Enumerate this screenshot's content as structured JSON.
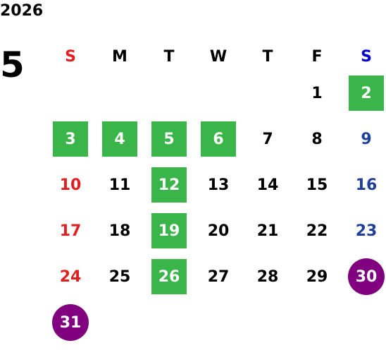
{
  "year": "2026",
  "month": "5",
  "colors": {
    "sunday": "#e02020",
    "saturday_header": "#0000cc",
    "saturday": "#1f3f99",
    "weekday": "#000000",
    "green_highlight": "#39b54a",
    "purple_circle": "#80007f"
  },
  "weekdays": [
    "S",
    "M",
    "T",
    "W",
    "T",
    "F",
    "S"
  ],
  "days": [
    {
      "n": "1",
      "col": 6,
      "row": 1,
      "mark": "none"
    },
    {
      "n": "2",
      "col": 7,
      "row": 1,
      "mark": "square"
    },
    {
      "n": "3",
      "col": 1,
      "row": 2,
      "mark": "square"
    },
    {
      "n": "4",
      "col": 2,
      "row": 2,
      "mark": "square"
    },
    {
      "n": "5",
      "col": 3,
      "row": 2,
      "mark": "square"
    },
    {
      "n": "6",
      "col": 4,
      "row": 2,
      "mark": "square"
    },
    {
      "n": "7",
      "col": 5,
      "row": 2,
      "mark": "none"
    },
    {
      "n": "8",
      "col": 6,
      "row": 2,
      "mark": "none"
    },
    {
      "n": "9",
      "col": 7,
      "row": 2,
      "mark": "none"
    },
    {
      "n": "10",
      "col": 1,
      "row": 3,
      "mark": "none"
    },
    {
      "n": "11",
      "col": 2,
      "row": 3,
      "mark": "none"
    },
    {
      "n": "12",
      "col": 3,
      "row": 3,
      "mark": "square"
    },
    {
      "n": "13",
      "col": 4,
      "row": 3,
      "mark": "none"
    },
    {
      "n": "14",
      "col": 5,
      "row": 3,
      "mark": "none"
    },
    {
      "n": "15",
      "col": 6,
      "row": 3,
      "mark": "none"
    },
    {
      "n": "16",
      "col": 7,
      "row": 3,
      "mark": "none"
    },
    {
      "n": "17",
      "col": 1,
      "row": 4,
      "mark": "none"
    },
    {
      "n": "18",
      "col": 2,
      "row": 4,
      "mark": "none"
    },
    {
      "n": "19",
      "col": 3,
      "row": 4,
      "mark": "square"
    },
    {
      "n": "20",
      "col": 4,
      "row": 4,
      "mark": "none"
    },
    {
      "n": "21",
      "col": 5,
      "row": 4,
      "mark": "none"
    },
    {
      "n": "22",
      "col": 6,
      "row": 4,
      "mark": "none"
    },
    {
      "n": "23",
      "col": 7,
      "row": 4,
      "mark": "none"
    },
    {
      "n": "24",
      "col": 1,
      "row": 5,
      "mark": "none"
    },
    {
      "n": "25",
      "col": 2,
      "row": 5,
      "mark": "none"
    },
    {
      "n": "26",
      "col": 3,
      "row": 5,
      "mark": "square"
    },
    {
      "n": "27",
      "col": 4,
      "row": 5,
      "mark": "none"
    },
    {
      "n": "28",
      "col": 5,
      "row": 5,
      "mark": "none"
    },
    {
      "n": "29",
      "col": 6,
      "row": 5,
      "mark": "none"
    },
    {
      "n": "30",
      "col": 7,
      "row": 5,
      "mark": "circle"
    },
    {
      "n": "31",
      "col": 1,
      "row": 6,
      "mark": "circle"
    }
  ]
}
